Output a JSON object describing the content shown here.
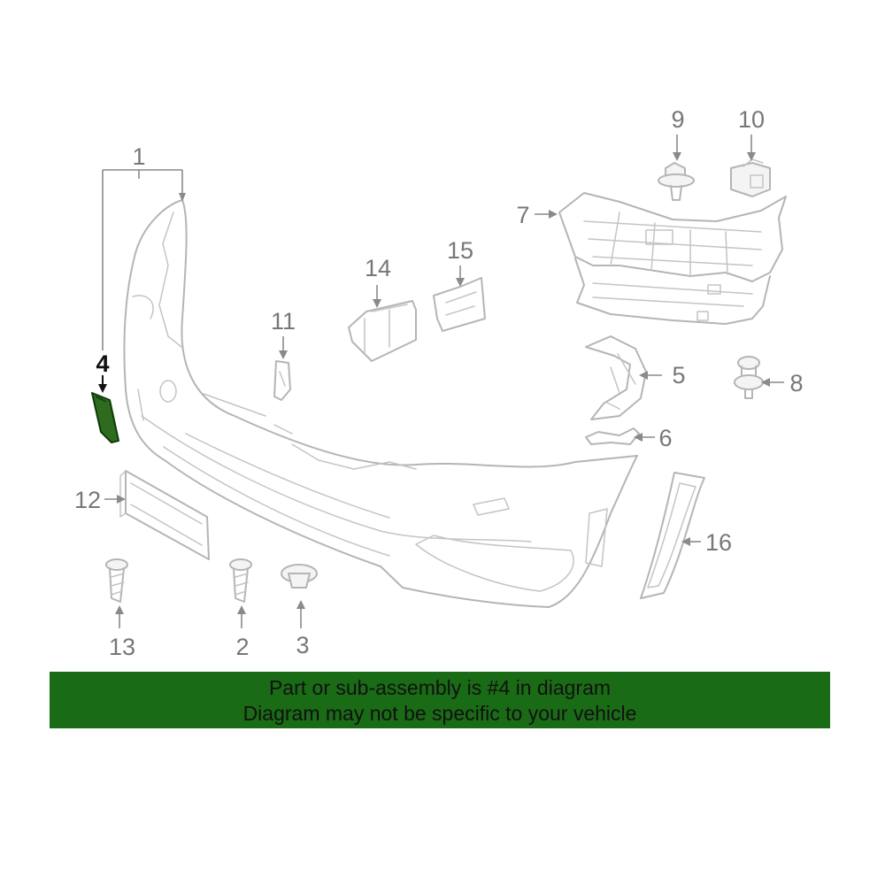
{
  "callouts": {
    "c1": "1",
    "c2": "2",
    "c3": "3",
    "c4": "4",
    "c5": "5",
    "c6": "6",
    "c7": "7",
    "c8": "8",
    "c9": "9",
    "c10": "10",
    "c11": "11",
    "c12": "12",
    "c13": "13",
    "c14": "14",
    "c15": "15",
    "c16": "16"
  },
  "highlight": {
    "part": "4",
    "color": "#2e6b1f"
  },
  "banner": {
    "line1": "Part or sub-assembly is #4 in diagram",
    "line2": "Diagram may not be specific to your vehicle",
    "background": "#1a6b15"
  }
}
